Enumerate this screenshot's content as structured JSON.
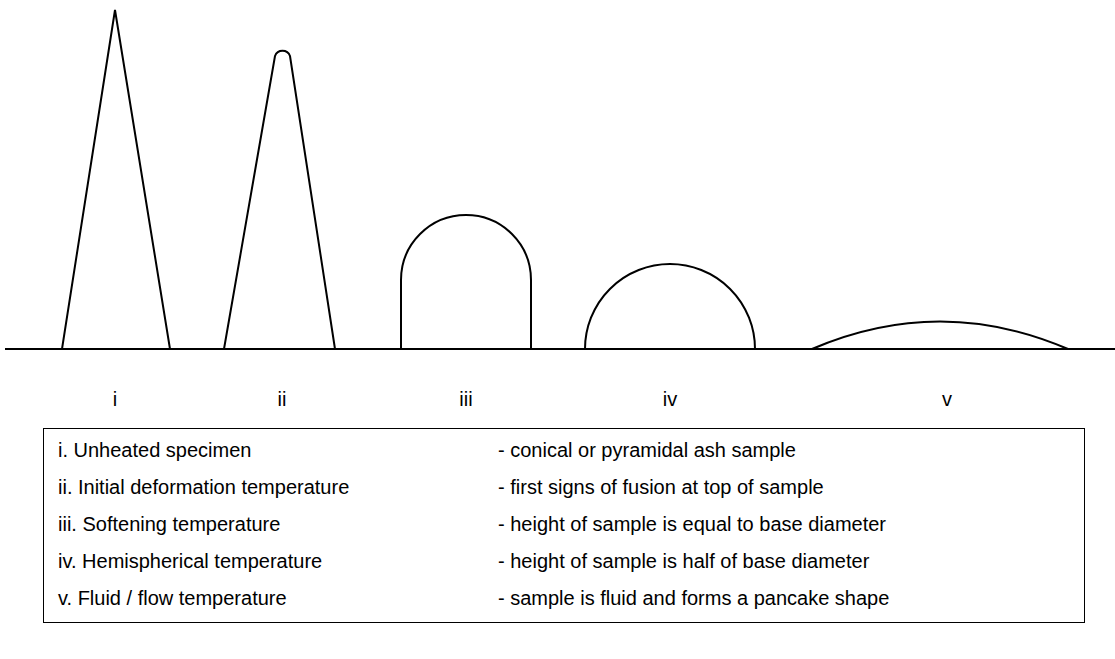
{
  "diagram": {
    "nodes": [
      {
        "text": [
          "i. Unheated specimen",
          "- conical or pyramidal ash sample",
          "ii. Initial deformation temperature",
          "- first signs of fusion at top of sample",
          "iii. Softening temperature",
          "- height of sample is equal to base diameter",
          "iv. Hemispherical temperature",
          "- height of sample is half of base diameter",
          "v. Fluid / flow temperature",
          "- sample is fluid and forms a pancake shape"
        ]
      }
    ],
    "labels": [
      "i",
      "ii",
      "iii",
      "iv",
      "v"
    ]
  }
}
